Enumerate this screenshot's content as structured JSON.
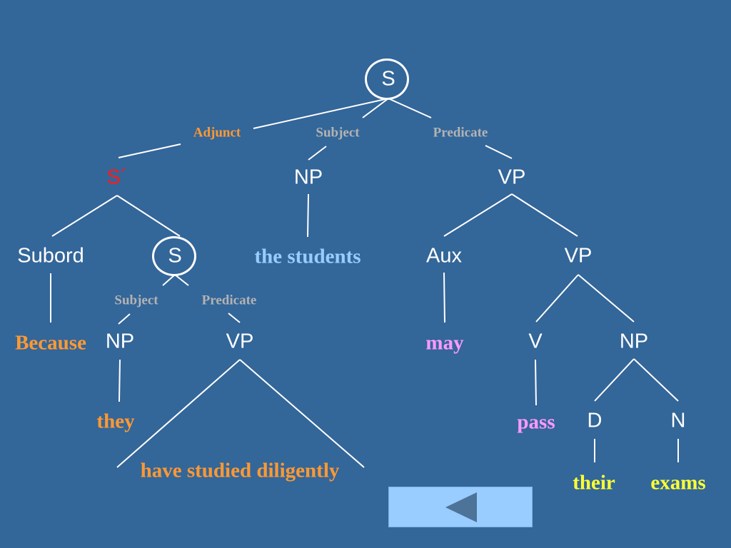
{
  "nodes": {
    "s_root": "S",
    "s_bar": "S´",
    "np_subject": "NP",
    "vp_predicate": "VP",
    "subord": "Subord",
    "s_embedded": "S",
    "aux": "Aux",
    "vp_inner": "VP",
    "np_embedded": "NP",
    "vp_embedded": "VP",
    "v": "V",
    "np_object": "NP",
    "d": "D",
    "n": "N"
  },
  "functions": {
    "adjunct": "Adjunct",
    "subject_main": "Subject",
    "predicate_main": "Predicate",
    "subject_embedded": "Subject",
    "predicate_embedded": "Predicate"
  },
  "words": {
    "the_students": "the students",
    "because": "Because",
    "may": "may",
    "they": "they",
    "have_studied": "have studied diligently",
    "pass": "pass",
    "their": "their",
    "exams": "exams"
  },
  "colors": {
    "background": "#336699",
    "node": "#ffffff",
    "function_label": "#b3b3b3",
    "adjunct_label": "#ff9933",
    "s_bar": "#ff1a1a",
    "orange_words": "#ff9933",
    "blue_words": "#99ccff",
    "pink_words": "#ff99ff",
    "yellow_words": "#ffff33",
    "button": "#99ccff",
    "button_arrow": "#4d7399"
  },
  "icons": {
    "back_button": "left-triangle-icon"
  }
}
